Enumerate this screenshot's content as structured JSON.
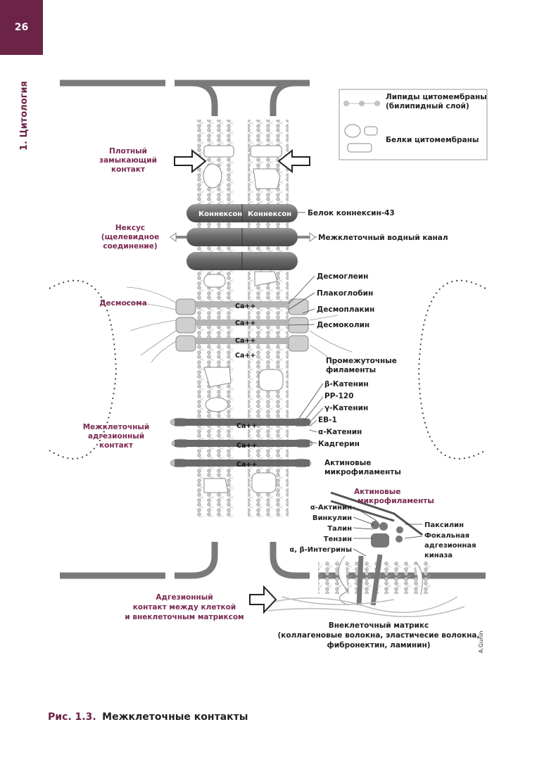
{
  "page": {
    "number": "26",
    "chapter": "1. Цитология"
  },
  "legend": {
    "lipids": "Липиды цитомембраны (билипидный слой)",
    "lipids_line1": "Липиды цитомембраны",
    "lipids_line2": "(билипидный слой)",
    "proteins": "Белки цитомембраны"
  },
  "left_labels": {
    "tight_1": "Плотный",
    "tight_2": "замыкающий",
    "tight_3": "контакт",
    "nexus_1": "Нексус",
    "nexus_2": "(щелевидное",
    "nexus_3": "соединение)",
    "desmosome": "Десмосома",
    "adhesion_1": "Межклеточный",
    "adhesion_2": "адгезионный",
    "adhesion_3": "контакт",
    "matrix_1": "Адгезионный",
    "matrix_2": "контакт между клеткой",
    "matrix_3": "и внеклеточным матриксом"
  },
  "right_labels": {
    "connexin": "Белок коннексин-43",
    "water_channel": "Межклеточный водный канал",
    "desmoglein": "Десмоглеин",
    "plakoglobin": "Плакоглобин",
    "desmoplakin": "Десмоплакин",
    "desmocollin": "Десмоколин",
    "if_1": "Промежуточные",
    "if_2": "филаменты",
    "beta_catenin": "β-Катенин",
    "pp120": "PP-120",
    "gamma_catenin": "γ-Катенин",
    "eb1": "EB-1",
    "alpha_catenin": "α-Катенин",
    "cadherin": "Кадгерин",
    "actin_1": "Актиновые",
    "actin_2": "микрофиламенты",
    "actin2_1": "Актиновые",
    "actin2_2": "микрофиламенты",
    "alpha_actinin": "α-Актинин",
    "vinculin": "Винкулин",
    "talin": "Талин",
    "tensin": "Тензин",
    "integrins": "α, β-Интегрины",
    "paxillin": "Паксилин",
    "fak_1": "Фокальная",
    "fak_2": "адгезионная",
    "fak_3": "киназа",
    "ecm_1": "Внеклеточный матрикс",
    "ecm_2": "(коллагеновые волокна, эластичесие волокна,",
    "ecm_3": "фибронектин, ламинин)"
  },
  "connexon": "Коннексон",
  "calcium": "Ca++",
  "signature": "A.Gunin",
  "caption": {
    "number": "Рис. 1.3.",
    "title": "Межклеточные контакты"
  },
  "colors": {
    "accent": "#6b2346",
    "label_accent": "#7a2a52"
  }
}
